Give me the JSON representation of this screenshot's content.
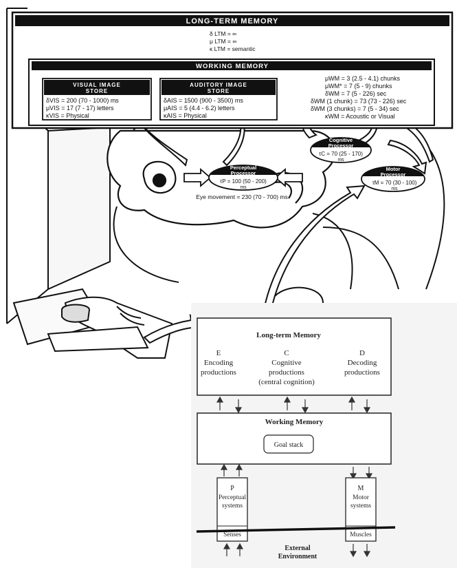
{
  "mhp": {
    "ltm": {
      "title": "LONG-TERM MEMORY",
      "params": [
        "δ LTM = ∞",
        "μ LTM = ∞",
        "κ LTM = semantic"
      ]
    },
    "wm": {
      "title": "WORKING MEMORY",
      "params": [
        "μWM = 3 (2.5 - 4.1) chunks",
        "μWM* = 7 (5 - 9) chunks",
        "δWM = 7 (5 - 226) sec",
        "δWM (1 chunk) = 73 (73 - 226) sec",
        "δWM (3 chunks) = 7 (5 - 34) sec",
        "κWM = Acoustic or Visual"
      ]
    },
    "vis": {
      "title_1": "VISUAL IMAGE",
      "title_2": "STORE",
      "params": [
        "δVIS = 200 (70 - 1000) ms",
        "μVIS = 17 (7 - 17) letters",
        "κVIS = Physical"
      ]
    },
    "ais": {
      "title_1": "AUDITORY IMAGE",
      "title_2": "STORE",
      "params": [
        "δAIS = 1500 (900 - 3500) ms",
        "μAIS = 5 (4.4 - 6.2) letters",
        "κAIS = Physical"
      ]
    },
    "perceptual": {
      "title_1": "Perceptual",
      "title_2": "Processor",
      "param_1": "τP = 100 (50 - 200)",
      "param_2": "ms"
    },
    "cognitive": {
      "title_1": "Cognitive",
      "title_2": "Processor",
      "param_1": "τC = 70 (25 - 170)",
      "param_2": "ms"
    },
    "motor": {
      "title_1": "Motor",
      "title_2": "Processor",
      "param_1": "τM = 70 (30 - 100)",
      "param_2": "ms"
    },
    "eye_movement": "Eye movement = 230 (70 - 700) ms"
  },
  "epic": {
    "ltm_title": "Long-term Memory",
    "columns": [
      {
        "letter": "E",
        "line_1": "Encoding",
        "line_2": "productions",
        "line_3": ""
      },
      {
        "letter": "C",
        "line_1": "Cognitive",
        "line_2": "productions",
        "line_3": "(central cognition)"
      },
      {
        "letter": "D",
        "line_1": "Decoding",
        "line_2": "productions",
        "line_3": ""
      }
    ],
    "wm_title": "Working Memory",
    "goal_stack": "Goal stack",
    "p_box": {
      "letter": "P",
      "line_1": "Perceptual",
      "line_2": "systems",
      "sub": "Senses"
    },
    "m_box": {
      "letter": "M",
      "line_1": "Motor",
      "line_2": "systems",
      "sub": "Muscles"
    },
    "env_1": "External",
    "env_2": "Environment"
  },
  "colors": {
    "ink": "#111111",
    "paper": "#ffffff",
    "epic_bg": "#f4f4f4"
  }
}
